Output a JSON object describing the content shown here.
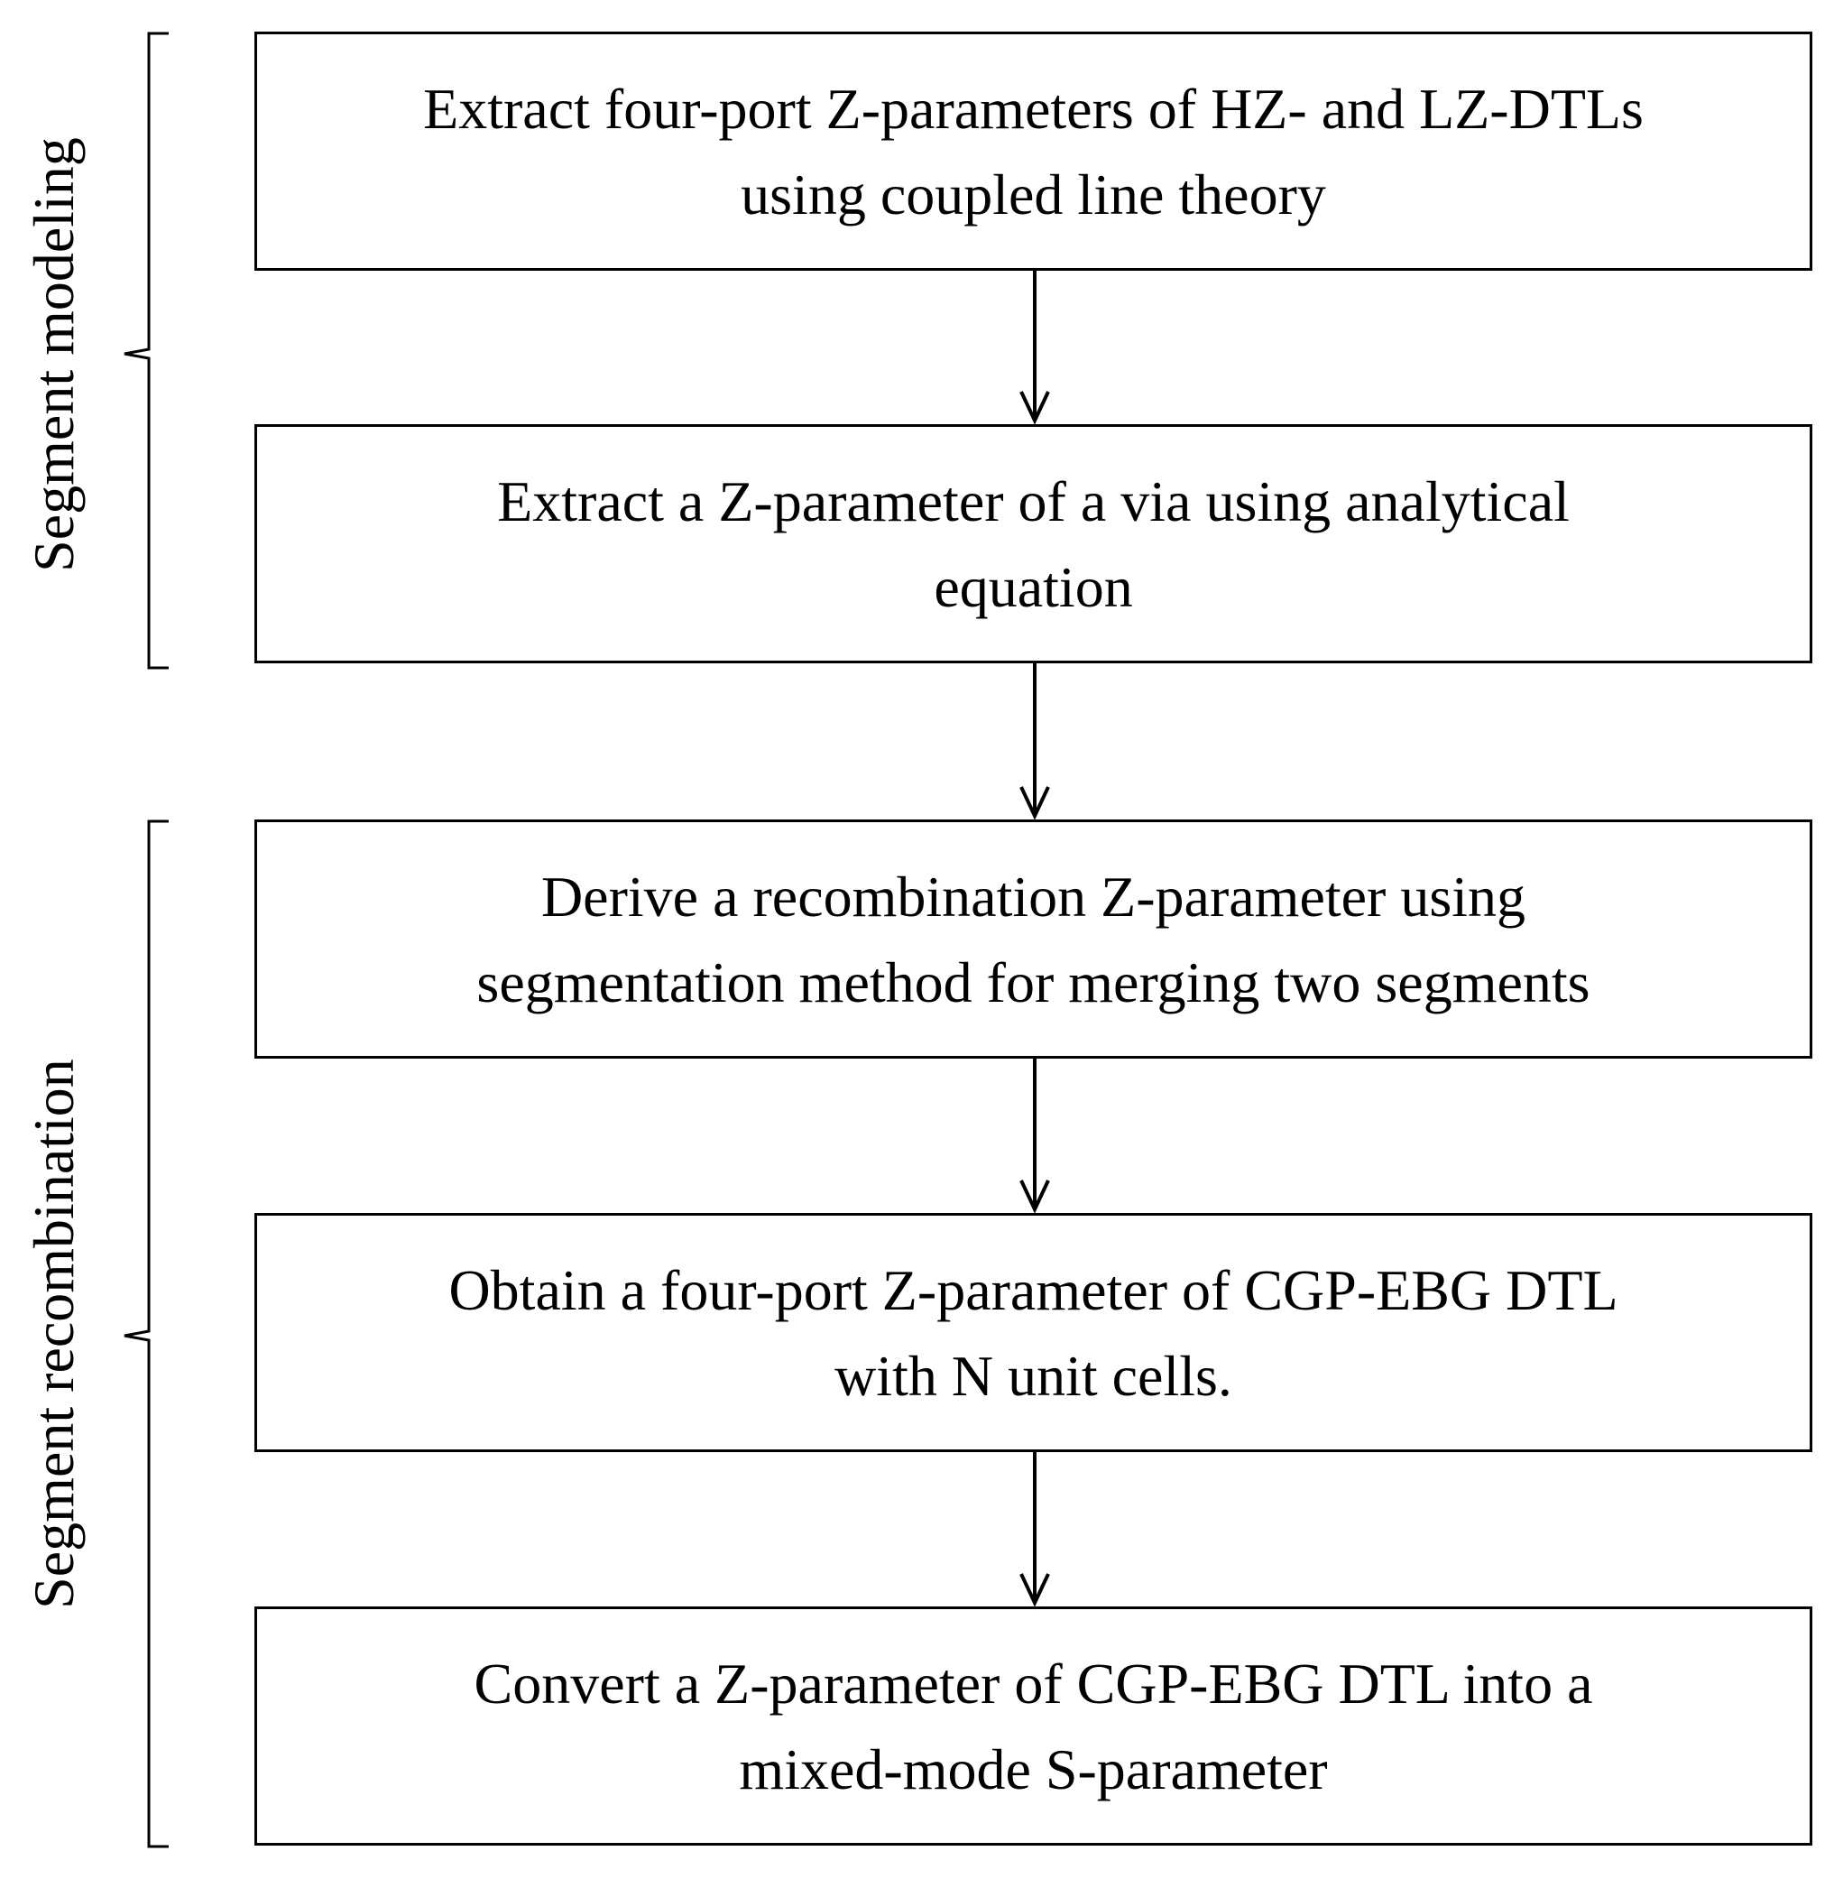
{
  "groups": {
    "modeling": {
      "label": "Segment modeling"
    },
    "recombination": {
      "label": "Segment recombination"
    }
  },
  "steps": [
    {
      "line1": "Extract four-port Z-parameters of HZ- and LZ-DTLs",
      "line2": "using coupled line theory"
    },
    {
      "line1": "Extract a Z-parameter of a via using analytical",
      "line2": "equation"
    },
    {
      "line1": "Derive a recombination Z-parameter using",
      "line2": "segmentation method for merging two segments"
    },
    {
      "line1": "Obtain a four-port Z-parameter of CGP-EBG DTL",
      "line2": "with N unit cells."
    },
    {
      "line1": "Convert a Z-parameter of CGP-EBG DTL into a",
      "line2": "mixed-mode S-parameter"
    }
  ]
}
